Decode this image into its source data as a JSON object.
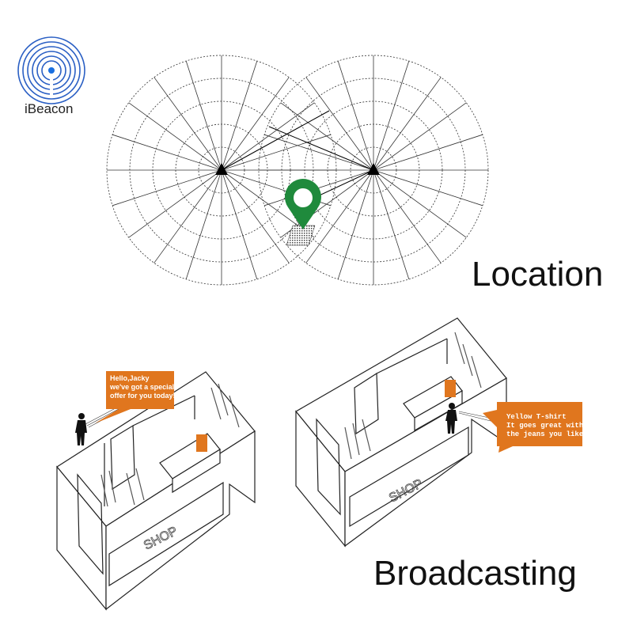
{
  "logo": {
    "label": "iBeacon",
    "color": "#2a5fc4",
    "dot_color": "#1a6fe0"
  },
  "sections": {
    "location": {
      "label": "Location"
    },
    "broadcasting": {
      "label": "Broadcasting"
    }
  },
  "location_pin": {
    "icon": "map-pin-icon",
    "color": "#1f8a3c"
  },
  "stores": [
    {
      "sign": "SHOP",
      "message": [
        "Hello,Jacky",
        "we've got a special",
        "offer for you today!"
      ]
    },
    {
      "sign": "SHOP",
      "message": [
        "Yellow T-shirt",
        "It goes great with",
        "the jeans you like"
      ]
    }
  ],
  "bubble_color": "#e0761e"
}
